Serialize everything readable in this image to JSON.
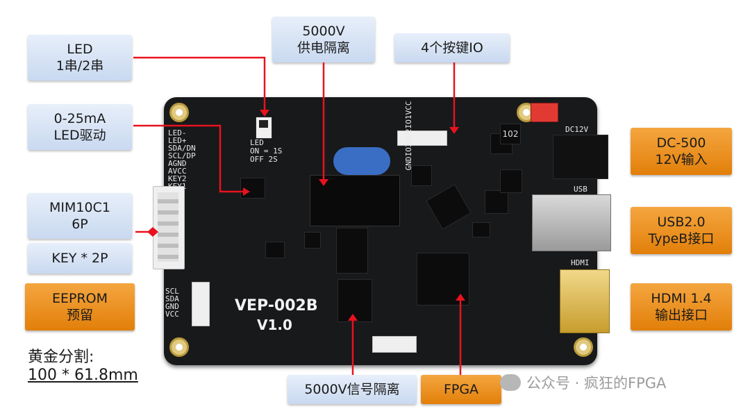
{
  "labels": {
    "led": {
      "line1": "LED",
      "line2": "1串/2串"
    },
    "isolation_power": {
      "line1": "5000V",
      "line2": "供电隔离"
    },
    "keys_io": {
      "line1": "4个按键IO"
    },
    "led_drive": {
      "line1": "0-25mA",
      "line2": "LED驱动"
    },
    "dc_input": {
      "line1": "DC-500",
      "line2": "12V输入"
    },
    "mim_connector": {
      "line1": "MIM10C1",
      "line2": "6P"
    },
    "usb": {
      "line1": "USB2.0",
      "line2": "TypeB接口"
    },
    "key_connector": {
      "line1": "KEY * 2P"
    },
    "eeprom": {
      "line1": "EEPROM",
      "line2": "预留"
    },
    "hdmi": {
      "line1": "HDMI 1.4",
      "line2": "输出接口"
    },
    "signal_isolation": {
      "line1": "5000V信号隔离"
    },
    "fpga": {
      "line1": "FPGA"
    }
  },
  "board": {
    "name": "VEP-002B",
    "version": "V1.0",
    "silk_left_pins": [
      "LED-",
      "LED+",
      "SDA/DN",
      "SCL/DP",
      "AGND",
      "AVCC",
      "KEY2",
      "KEY1"
    ],
    "silk_io_pins": [
      "GND",
      "IO3",
      "IO2",
      "IO1",
      "VCC"
    ],
    "silk_eeprom_pins": [
      "SCL",
      "SDA",
      "GND",
      "VCC"
    ],
    "silk_switch": [
      "LED",
      "ON = 1S",
      "OFF 2S"
    ],
    "silk_dc": "DC12V",
    "silk_usb": "USB",
    "silk_hdmi": "HDMI",
    "inductor_mark": "102"
  },
  "caption": {
    "line1": "黄金分割:",
    "line2": "100 * 61.8mm"
  },
  "watermark": "公众号 · 疯狂的FPGA",
  "colors": {
    "callout_line": "#e8121f",
    "label_blue": "#cfdcf1",
    "label_orange": "#e88a12",
    "board": "#18191b"
  }
}
